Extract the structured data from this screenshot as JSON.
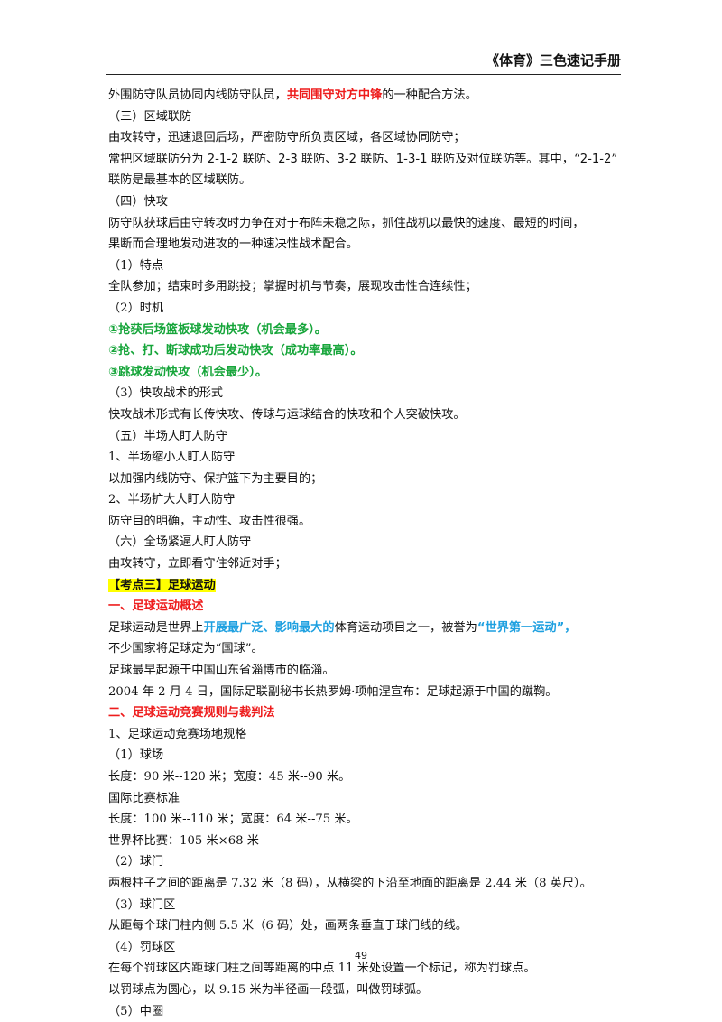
{
  "header": {
    "title": "《体育》三色速记手册"
  },
  "lines": [
    {
      "segments": [
        {
          "t": "外围防守队员协同内线防守队员，"
        },
        {
          "t": "共同围守对方中锋",
          "c": "red"
        },
        {
          "t": "的一种配合方法。"
        }
      ]
    },
    {
      "segments": [
        {
          "t": "（三）区域联防"
        }
      ]
    },
    {
      "segments": [
        {
          "t": "由攻转守，迅速退回后场，严密防守所负责区域，各区域协同防守；"
        }
      ]
    },
    {
      "segments": [
        {
          "t": "常把区域联防分为 "
        },
        {
          "t": "2-1-2",
          "c": "sans"
        },
        {
          "t": " 联防、"
        },
        {
          "t": "2-3",
          "c": "sans"
        },
        {
          "t": " 联防、"
        },
        {
          "t": "3-2",
          "c": "sans"
        },
        {
          "t": " 联防、"
        },
        {
          "t": "1-3-1",
          "c": "sans"
        },
        {
          "t": " 联防及对位联防等。其中，“"
        },
        {
          "t": "2-1-2",
          "c": "sans"
        },
        {
          "t": "”"
        }
      ]
    },
    {
      "segments": [
        {
          "t": "联防是最基本的区域联防。"
        }
      ]
    },
    {
      "segments": [
        {
          "t": "（四）快攻"
        }
      ]
    },
    {
      "segments": [
        {
          "t": "防守队获球后由守转攻时力争在对于布阵未稳之际，抓住战机以最快的速度、最短的时间，"
        }
      ]
    },
    {
      "segments": [
        {
          "t": "果断而合理地发动进攻的一种速决性战术配合。"
        }
      ]
    },
    {
      "segments": [
        {
          "t": "（1）特点"
        }
      ]
    },
    {
      "segments": [
        {
          "t": "全队参加；结束时多用跳投；掌握时机与节奏，展现攻击性合连续性；"
        }
      ]
    },
    {
      "segments": [
        {
          "t": "（2）时机"
        }
      ]
    },
    {
      "segments": [
        {
          "t": "①抢获后场篮板球发动快攻（机会最多）。",
          "c": "green"
        }
      ]
    },
    {
      "segments": [
        {
          "t": "②抢、打、断球成功后发动快攻（成功率最高）。",
          "c": "green"
        }
      ]
    },
    {
      "segments": [
        {
          "t": "③跳球发动快攻（机会最少）。",
          "c": "green"
        }
      ]
    },
    {
      "segments": [
        {
          "t": "（3）快攻战术的形式"
        }
      ]
    },
    {
      "segments": [
        {
          "t": "快攻战术形式有长传快攻、传球与运球结合的快攻和个人突破快攻。"
        }
      ]
    },
    {
      "segments": [
        {
          "t": "（五）半场人盯人防守"
        }
      ]
    },
    {
      "segments": [
        {
          "t": "1、半场缩小人盯人防守"
        }
      ]
    },
    {
      "segments": [
        {
          "t": "以加强内线防守、保护篮下为主要目的；"
        }
      ]
    },
    {
      "segments": [
        {
          "t": "2、半场扩大人盯人防守"
        }
      ]
    },
    {
      "segments": [
        {
          "t": "防守目的明确，主动性、攻击性很强。"
        }
      ]
    },
    {
      "segments": [
        {
          "t": "（六）全场紧逼人盯人防守"
        }
      ]
    },
    {
      "segments": [
        {
          "t": "由攻转守，立即看守住邻近对手；"
        }
      ]
    },
    {
      "segments": [
        {
          "t": "【考点三】足球运动",
          "c": "hl"
        }
      ]
    },
    {
      "segments": [
        {
          "t": "一、足球运动概述",
          "c": "red"
        }
      ]
    },
    {
      "segments": [
        {
          "t": "足球运动是世界上"
        },
        {
          "t": "开展最广泛、影响最大的",
          "c": "blue"
        },
        {
          "t": "体育运动项目之一，被誉为"
        },
        {
          "t": "“世界第一运动”，",
          "c": "blue"
        }
      ]
    },
    {
      "segments": [
        {
          "t": "不少国家将足球定为“国球”。"
        }
      ]
    },
    {
      "segments": [
        {
          "t": "足球最早起源于中国山东省淄博市的临淄。"
        }
      ]
    },
    {
      "segments": [
        {
          "t": "2004 年 2 月 4 日，国际足联副秘书长热罗姆·项帕涅宣布：足球起源于中国的蹴鞠。"
        }
      ]
    },
    {
      "segments": [
        {
          "t": "二、足球运动竞赛规则与裁判法",
          "c": "red"
        }
      ]
    },
    {
      "segments": [
        {
          "t": "1、足球运动竞赛场地规格"
        }
      ]
    },
    {
      "segments": [
        {
          "t": "（1）球场"
        }
      ]
    },
    {
      "segments": [
        {
          "t": "长度：90 米--120 米；宽度：45 米--90 米。"
        }
      ]
    },
    {
      "segments": [
        {
          "t": "国际比赛标准"
        }
      ]
    },
    {
      "segments": [
        {
          "t": "长度：100 米--110 米；宽度：64 米--75 米。"
        }
      ]
    },
    {
      "segments": [
        {
          "t": "世界杯比赛：105 米×68 米"
        }
      ]
    },
    {
      "segments": [
        {
          "t": "（2）球门"
        }
      ]
    },
    {
      "segments": [
        {
          "t": "两根柱子之间的距离是 7.32 米（8 码），从横梁的下沿至地面的距离是 2.44 米（8 英尺）。"
        }
      ]
    },
    {
      "segments": [
        {
          "t": "（3）球门区"
        }
      ]
    },
    {
      "segments": [
        {
          "t": "从距每个球门柱内侧 5.5 米（6 码）处，画两条垂直于球门线的线。"
        }
      ]
    },
    {
      "segments": [
        {
          "t": "（4）罚球区"
        }
      ]
    },
    {
      "segments": [
        {
          "t": "在每个罚球区内距球门柱之间等距离的中点 11 米处设置一个标记，称为罚球点。"
        }
      ]
    },
    {
      "segments": [
        {
          "t": "以罚球点为圆心，以 9.15 米为半径画一段弧，叫做罚球弧。"
        }
      ]
    },
    {
      "segments": [
        {
          "t": "（5）中圈"
        }
      ]
    }
  ],
  "footer": {
    "page_number": "49"
  }
}
